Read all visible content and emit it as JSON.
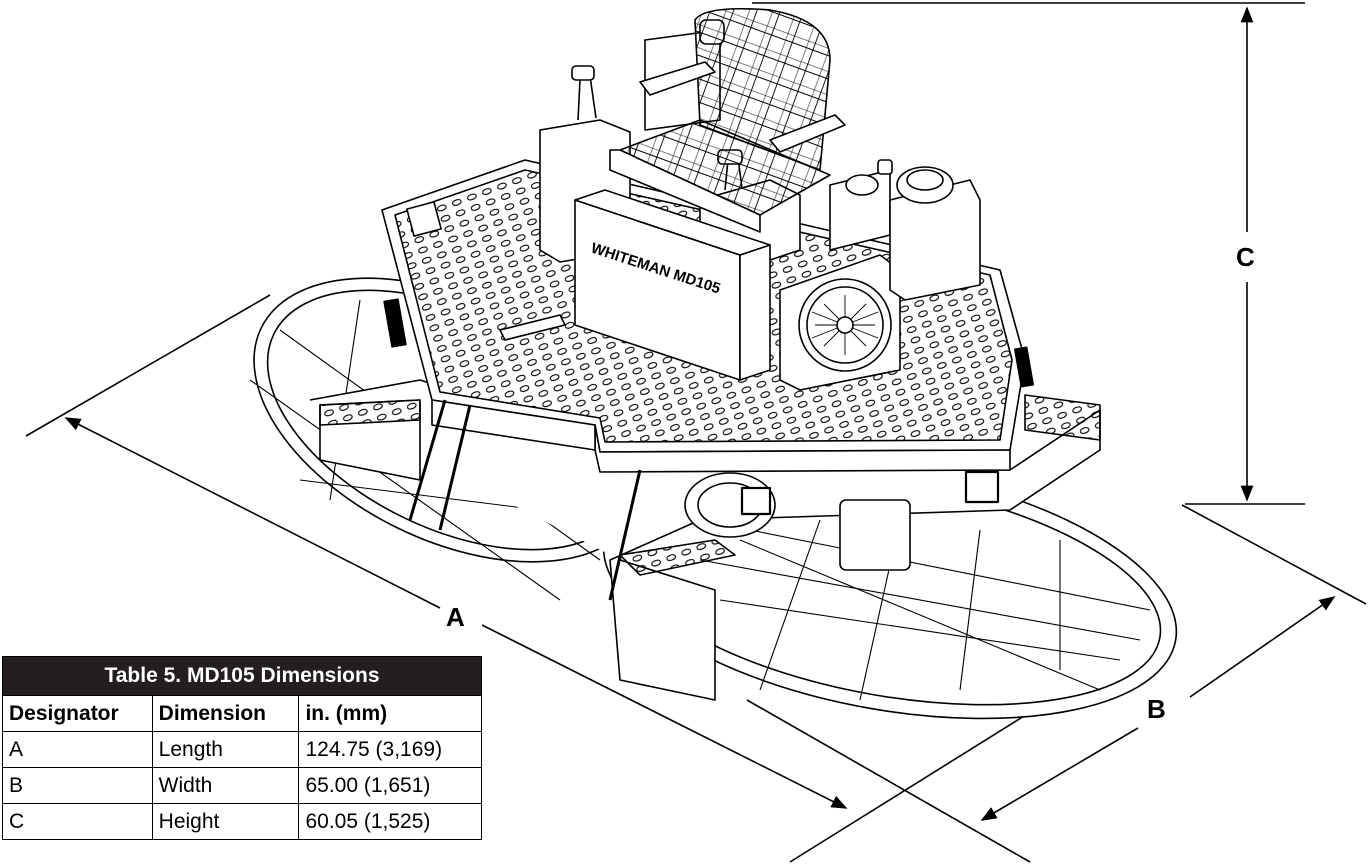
{
  "figure": {
    "dimension_labels": {
      "a": "A",
      "b": "B",
      "c": "C"
    },
    "brand_text": "WHITEMAN MD105"
  },
  "table": {
    "caption": "Table 5. MD105 Dimensions",
    "headers": [
      "Designator",
      "Dimension",
      "in. (mm)"
    ],
    "rows": [
      [
        "A",
        "Length",
        "124.75 (3,169)"
      ],
      [
        "B",
        "Width",
        "65.00 (1,651)"
      ],
      [
        "C",
        "Height",
        "60.05 (1,525)"
      ]
    ]
  }
}
